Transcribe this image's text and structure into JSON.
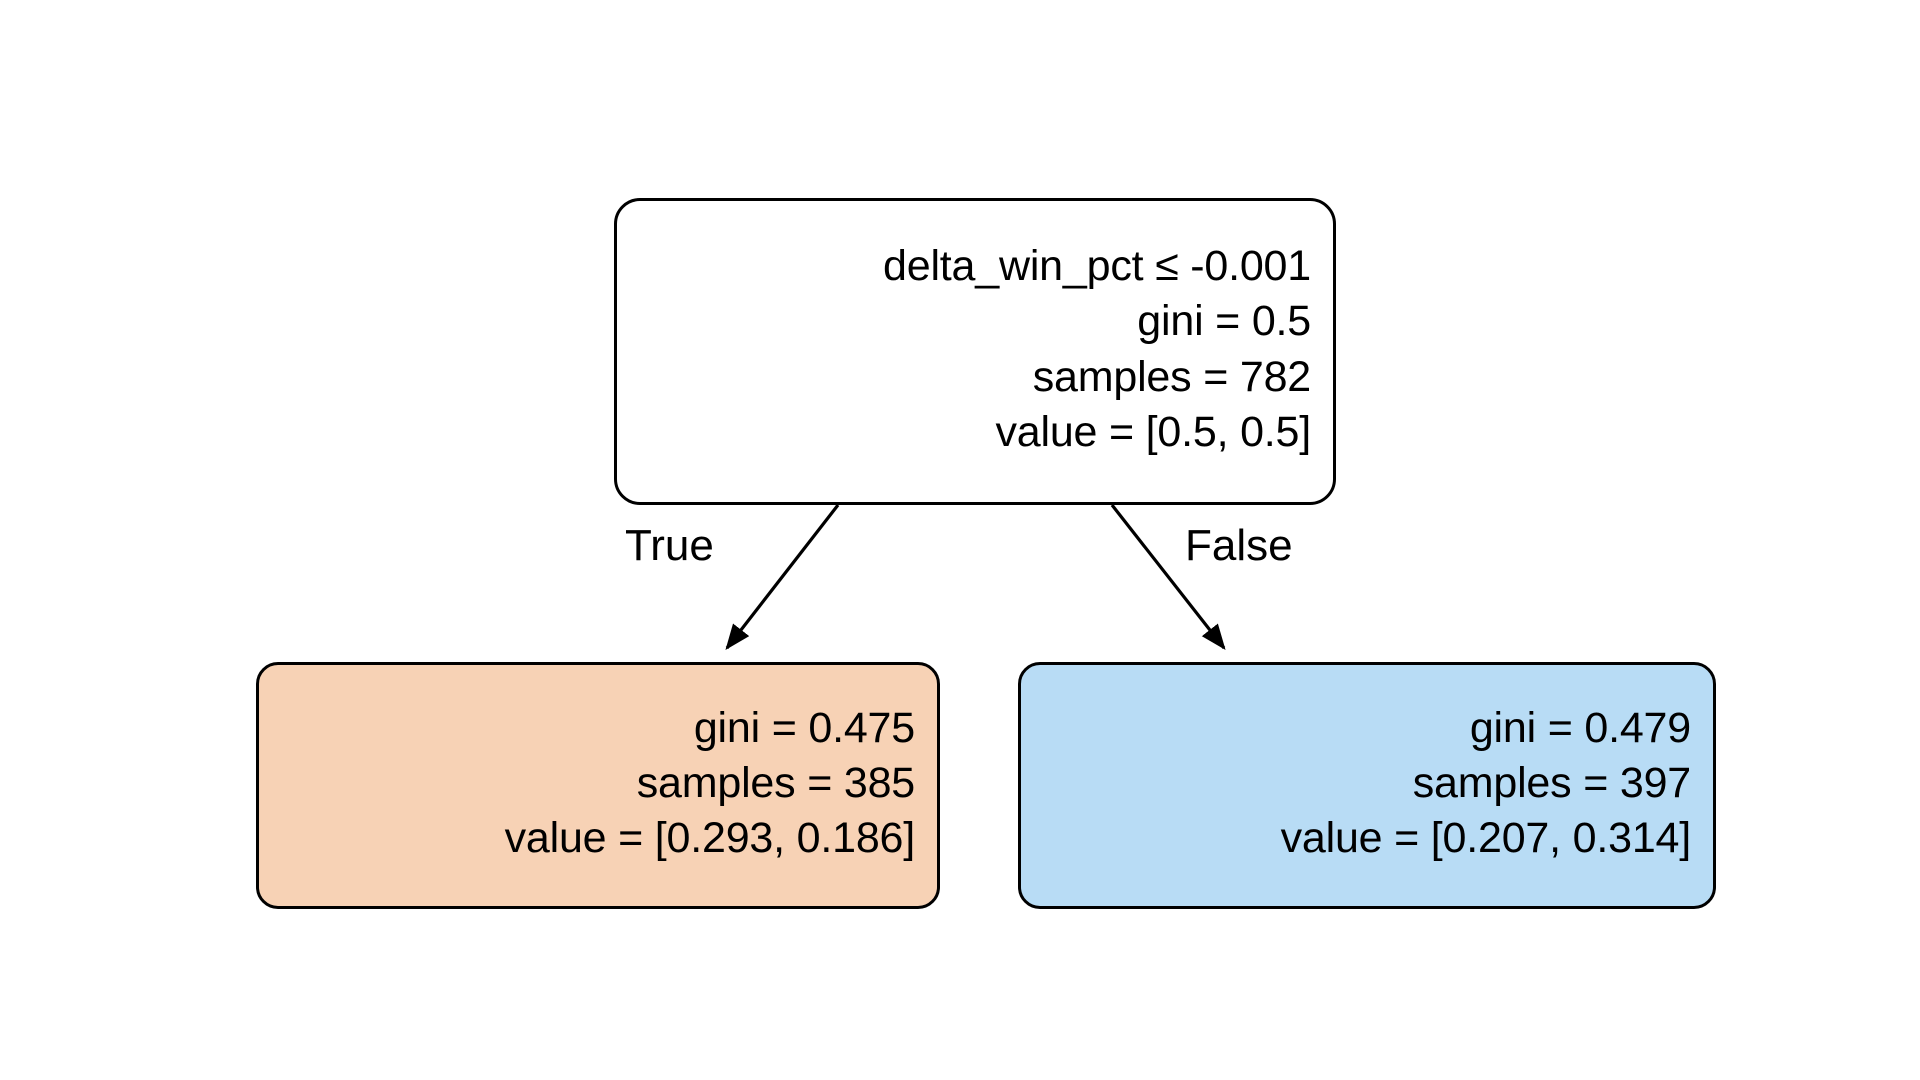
{
  "figure": {
    "kind": "decision-tree-diagram",
    "background_color": "#ffffff",
    "border_color": "#000000"
  },
  "chart_data": {
    "type": "tree",
    "title": "",
    "nodes": [
      {
        "id": "root",
        "role": "decision",
        "feature": "delta_win_pct",
        "operator": "≤",
        "threshold": -0.001,
        "condition_text": "delta_win_pct ≤ -0.001",
        "gini_text": "gini = 0.5",
        "samples_text": "samples = 782",
        "value_text": "value = [0.5, 0.5]",
        "gini": 0.5,
        "samples": 782,
        "value": [
          0.5,
          0.5
        ],
        "fill": "#ffffff"
      },
      {
        "id": "leaf-true",
        "role": "leaf",
        "branch": "True",
        "gini_text": "gini = 0.475",
        "samples_text": "samples = 385",
        "value_text": "value = [0.293, 0.186]",
        "gini": 0.475,
        "samples": 385,
        "value": [
          0.293,
          0.186
        ],
        "fill": "#f7d2b5"
      },
      {
        "id": "leaf-false",
        "role": "leaf",
        "branch": "False",
        "gini_text": "gini = 0.479",
        "samples_text": "samples = 397",
        "value_text": "value = [0.207, 0.314]",
        "gini": 0.479,
        "samples": 397,
        "value": [
          0.207,
          0.314
        ],
        "fill": "#b8dcf5"
      }
    ],
    "edges": [
      {
        "from": "root",
        "to": "leaf-true",
        "label": "True"
      },
      {
        "from": "root",
        "to": "leaf-false",
        "label": "False"
      }
    ],
    "legend": [],
    "grid": false
  },
  "nodes": {
    "root": {
      "line1": "delta_win_pct ≤ -0.001",
      "line2": "gini = 0.5",
      "line3": "samples = 782",
      "line4": "value = [0.5, 0.5]"
    },
    "leaf_true": {
      "line1": "gini = 0.475",
      "line2": "samples = 385",
      "line3": "value = [0.293, 0.186]"
    },
    "leaf_false": {
      "line1": "gini = 0.479",
      "line2": "samples = 397",
      "line3": "value = [0.207, 0.314]"
    }
  },
  "edges": {
    "true_label": "True",
    "false_label": "False"
  },
  "colors": {
    "leaf_true_fill": "#f7d2b5",
    "leaf_false_fill": "#b8dcf5",
    "root_fill": "#ffffff",
    "stroke": "#000000",
    "text": "#000000"
  }
}
